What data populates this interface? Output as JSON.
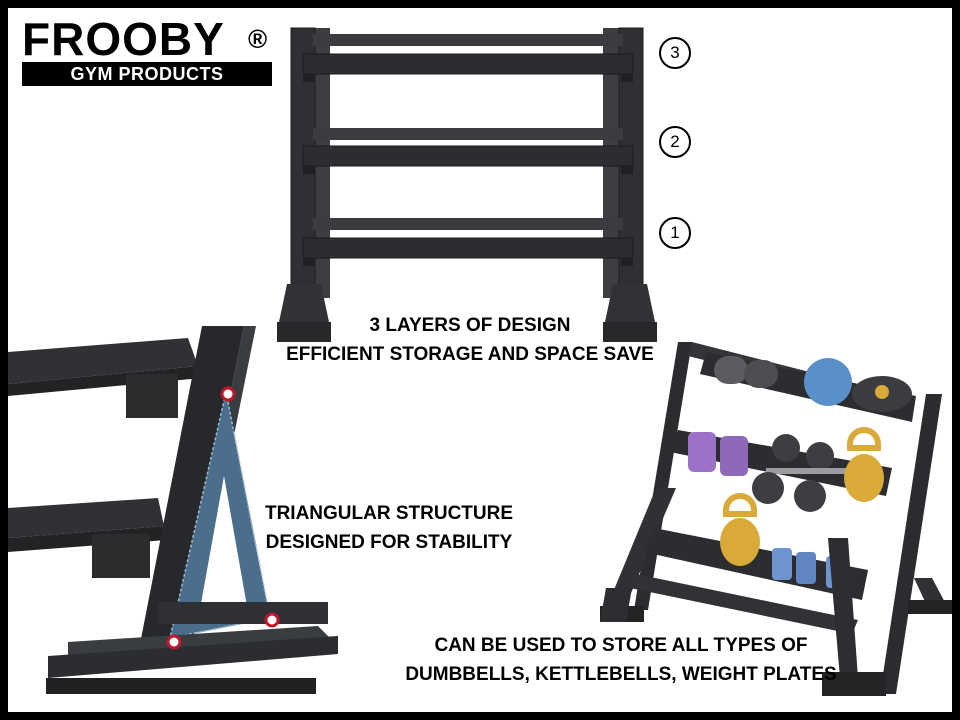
{
  "brand": {
    "name": "FROOBY",
    "registered_mark": "®",
    "tagline": "GYM PRODUCTS"
  },
  "layer_badges": [
    "3",
    "2",
    "1"
  ],
  "captions": {
    "layers_line1": "3 LAYERS OF DESIGN",
    "layers_line2": "EFFICIENT STORAGE AND SPACE SAVE",
    "structure_line1": "TRIANGULAR STRUCTURE",
    "structure_line2": "DESIGNED FOR STABILITY",
    "storage_line1": "CAN BE USED TO STORE ALL TYPES OF",
    "storage_line2": "DUMBBELLS, KETTLEBELLS, WEIGHT PLATES"
  },
  "colors": {
    "frame": "#000000",
    "steel": "#2f3133",
    "steel_light": "#4a4d50",
    "triangle_fill": "#4a6e8c",
    "marker": "#c0182a",
    "purple": "#9b72c7",
    "gold": "#d9a93a",
    "blue": "#6d94cf",
    "ball": "#5b8fc9"
  }
}
